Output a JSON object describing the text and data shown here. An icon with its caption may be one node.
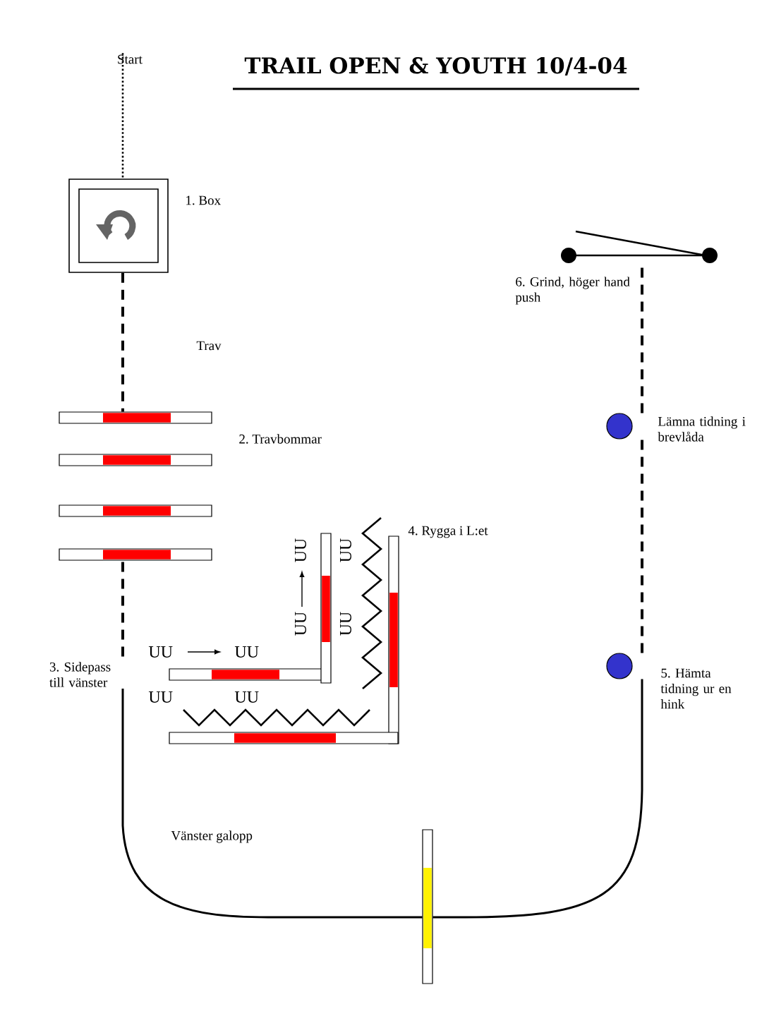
{
  "diagram": {
    "title": "TRAIL OPEN & YOUTH 10/4-04",
    "nodes": [
      {
        "text": [
          "Start"
        ]
      },
      {
        "text": [],
        "shape": "box",
        "beside": [
          "1. Box"
        ]
      },
      {
        "text": [],
        "shape": "bar",
        "beside": [
          "2. Travbommar"
        ]
      },
      {
        "text": [
          "3. Sidepass till vänster"
        ]
      },
      {
        "text": [],
        "shape": "bar"
      },
      {
        "text": [],
        "shape": "circle",
        "beside": [
          "5. Hämta tidning ur en hink"
        ]
      },
      {
        "text": [],
        "shape": "circle",
        "beside": [
          "Lämna tidning i brevlåda"
        ]
      },
      {
        "text": [],
        "shape": "gate",
        "beside": [
          "6. Grind, höger hand push"
        ]
      }
    ],
    "edges": [
      {
        "from": 0,
        "to": 1,
        "arrow": "none",
        "style": "dashed"
      },
      {
        "from": 1,
        "to": 2,
        "arrow": "none",
        "style": "dashed"
      },
      {
        "from": 2,
        "to": 3,
        "arrow": "none",
        "style": "dashed"
      },
      {
        "from": 3,
        "to": 4,
        "arrow": "none"
      },
      {
        "from": 4,
        "to": 5,
        "arrow": "none"
      },
      {
        "from": 5,
        "to": 6,
        "arrow": "none",
        "style": "dashed"
      },
      {
        "from": 6,
        "to": 7,
        "arrow": "none",
        "style": "dashed"
      }
    ],
    "labels": [
      "Trav",
      "4. Rygga i L:et",
      "UU",
      "UU",
      "UU",
      "UU",
      "UU",
      "UU",
      "UU",
      "UU",
      "Vänster galopp"
    ]
  }
}
